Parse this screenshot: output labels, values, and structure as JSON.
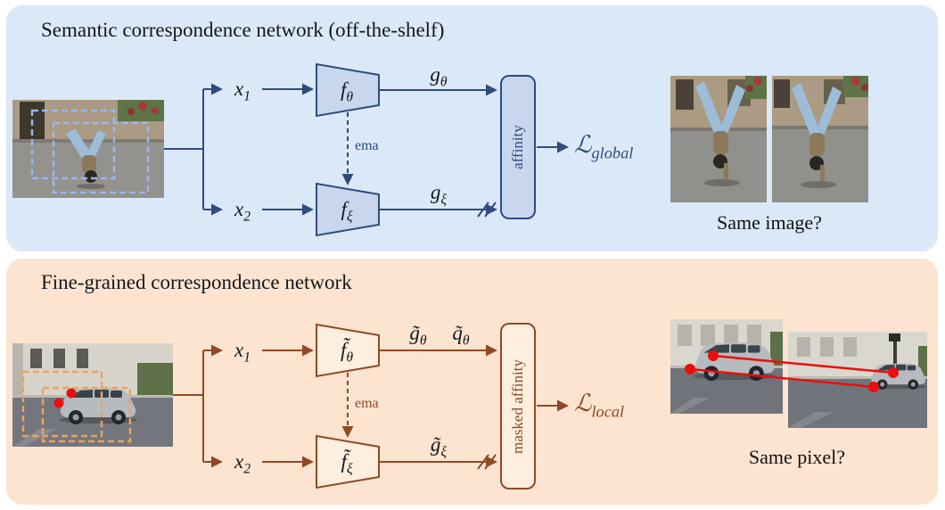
{
  "semantic": {
    "title": "Semantic correspondence network (off-the-shelf)",
    "x1": {
      "base": "x",
      "sub": "1"
    },
    "x2": {
      "base": "x",
      "sub": "2"
    },
    "encoder_online": {
      "base": "f",
      "sub": "θ"
    },
    "encoder_target": {
      "base": "f",
      "sub": "ξ"
    },
    "feat_online": {
      "base": "g",
      "sub": "θ"
    },
    "feat_target": {
      "base": "g",
      "sub": "ξ"
    },
    "ema": "ema",
    "affinity_label": "affinity",
    "loss": {
      "base": "ℒ",
      "sub": "global"
    },
    "caption": "Same image?"
  },
  "finegrained": {
    "title": "Fine-grained correspondence network",
    "x1": {
      "base": "x",
      "sub": "1"
    },
    "x2": {
      "base": "x",
      "sub": "2"
    },
    "encoder_online": {
      "base": "f̃",
      "sub": "θ"
    },
    "encoder_target": {
      "base": "f̃",
      "sub": "ξ"
    },
    "feat_online": {
      "base": "g̃",
      "sub": "θ"
    },
    "query_online": {
      "base": "q̃",
      "sub": "θ"
    },
    "feat_target": {
      "base": "g̃",
      "sub": "ξ"
    },
    "ema": "ema",
    "affinity_label": "masked affinity",
    "loss": {
      "base": "ℒ",
      "sub": "local"
    },
    "caption": "Same pixel?"
  },
  "colors": {
    "semantic_bg": "#dbe8f7",
    "semantic_stroke": "#2e4c7d",
    "semantic_fill": "#c9d7ee",
    "finegrained_bg": "#fce4d0",
    "finegrained_stroke": "#8e4a26",
    "finegrained_fill": "#fdeedd",
    "match_red": "#e90f0f",
    "crop_blue": "#9cb6e8",
    "crop_orange": "#e9a35f"
  }
}
